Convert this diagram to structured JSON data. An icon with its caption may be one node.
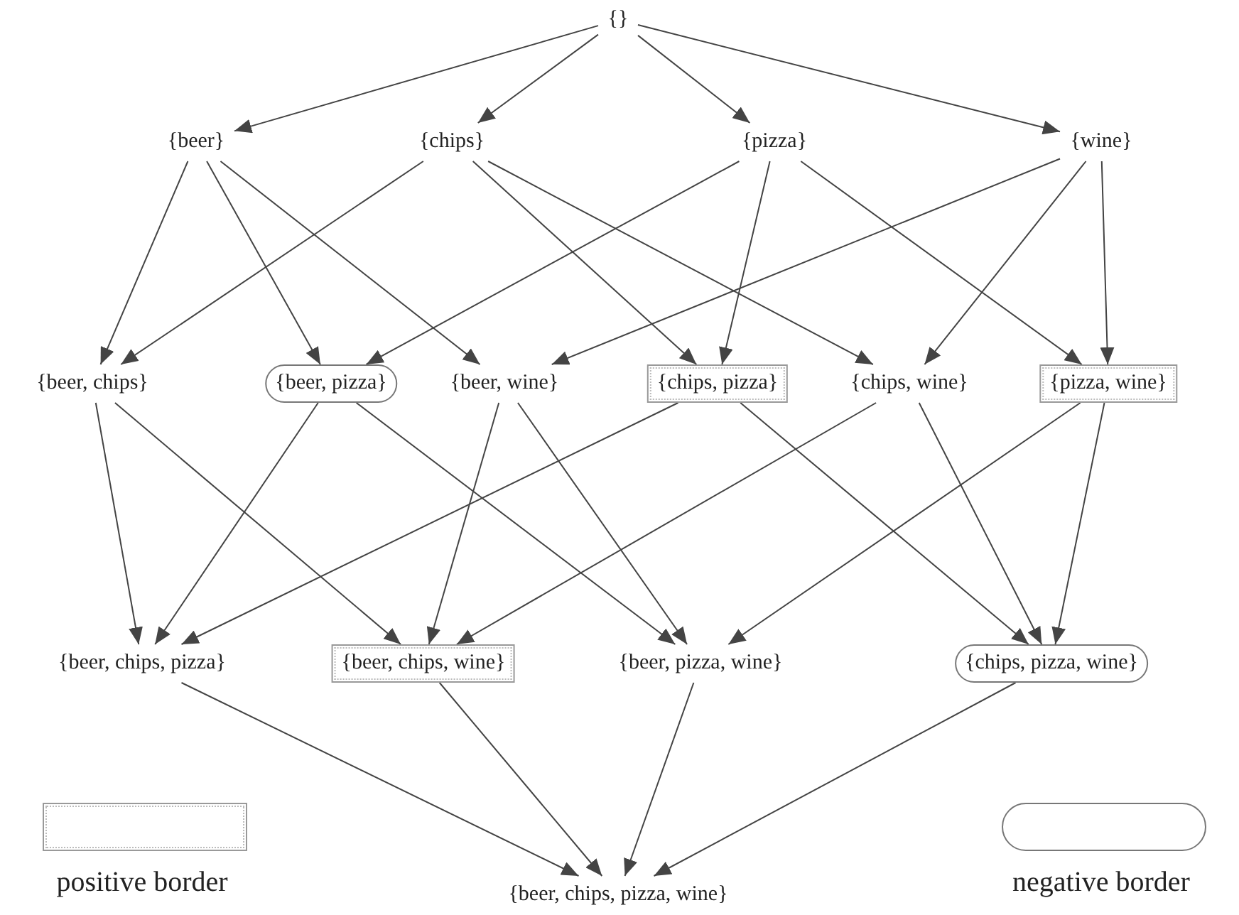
{
  "diagram": {
    "nodes": [
      {
        "text": [
          "{}"
        ]
      },
      {
        "text": [
          "{beer}"
        ]
      },
      {
        "text": [
          "{chips}"
        ]
      },
      {
        "text": [
          "{pizza}"
        ]
      },
      {
        "text": [
          "{wine}"
        ]
      },
      {
        "text": [
          "{beer, chips}"
        ]
      },
      {
        "text": [
          "{beer, pizza}"
        ]
      },
      {
        "text": [
          "{beer, wine}"
        ]
      },
      {
        "text": [
          "{chips, pizza}"
        ]
      },
      {
        "text": [
          "{chips, wine}"
        ]
      },
      {
        "text": [
          "{pizza, wine}"
        ]
      },
      {
        "text": [
          "{beer, chips, pizza}"
        ]
      },
      {
        "text": [
          "{beer, chips, wine}"
        ]
      },
      {
        "text": [
          "{beer, pizza, wine}"
        ]
      },
      {
        "text": [
          "{chips, pizza, wine}"
        ]
      },
      {
        "text": [
          "{beer, chips, pizza, wine}"
        ]
      },
      {
        "text": [],
        "shape": "box"
      },
      {
        "text": [],
        "shape": "box"
      }
    ],
    "edges": [
      {
        "from": 0,
        "to": 1,
        "arrow": "to"
      },
      {
        "from": 0,
        "to": 2,
        "arrow": "to"
      },
      {
        "from": 0,
        "to": 3,
        "arrow": "to"
      },
      {
        "from": 0,
        "to": 4,
        "arrow": "to"
      },
      {
        "from": 1,
        "to": 5,
        "arrow": "to"
      },
      {
        "from": 1,
        "to": 6,
        "arrow": "to"
      },
      {
        "from": 1,
        "to": 7,
        "arrow": "to"
      },
      {
        "from": 2,
        "to": 5,
        "arrow": "to"
      },
      {
        "from": 2,
        "to": 8,
        "arrow": "to"
      },
      {
        "from": 2,
        "to": 9,
        "arrow": "to"
      },
      {
        "from": 3,
        "to": 6,
        "arrow": "to"
      },
      {
        "from": 3,
        "to": 8,
        "arrow": "to"
      },
      {
        "from": 3,
        "to": 10,
        "arrow": "to"
      },
      {
        "from": 4,
        "to": 7,
        "arrow": "to"
      },
      {
        "from": 4,
        "to": 9,
        "arrow": "to"
      },
      {
        "from": 4,
        "to": 10,
        "arrow": "to"
      },
      {
        "from": 5,
        "to": 11,
        "arrow": "to"
      },
      {
        "from": 5,
        "to": 12,
        "arrow": "to"
      },
      {
        "from": 6,
        "to": 11,
        "arrow": "to"
      },
      {
        "from": 6,
        "to": 13,
        "arrow": "to"
      },
      {
        "from": 7,
        "to": 12,
        "arrow": "to"
      },
      {
        "from": 7,
        "to": 13,
        "arrow": "to"
      },
      {
        "from": 8,
        "to": 11,
        "arrow": "to"
      },
      {
        "from": 8,
        "to": 14,
        "arrow": "to"
      },
      {
        "from": 9,
        "to": 12,
        "arrow": "to"
      },
      {
        "from": 9,
        "to": 14,
        "arrow": "to"
      },
      {
        "from": 10,
        "to": 13,
        "arrow": "to"
      },
      {
        "from": 10,
        "to": 14,
        "arrow": "to"
      },
      {
        "from": 11,
        "to": 15,
        "arrow": "to"
      },
      {
        "from": 12,
        "to": 15,
        "arrow": "to"
      },
      {
        "from": 13,
        "to": 15,
        "arrow": "to"
      },
      {
        "from": 14,
        "to": 15,
        "arrow": "to"
      }
    ],
    "legend": [
      {
        "text": "positive border"
      },
      {
        "text": "negative border"
      }
    ]
  }
}
